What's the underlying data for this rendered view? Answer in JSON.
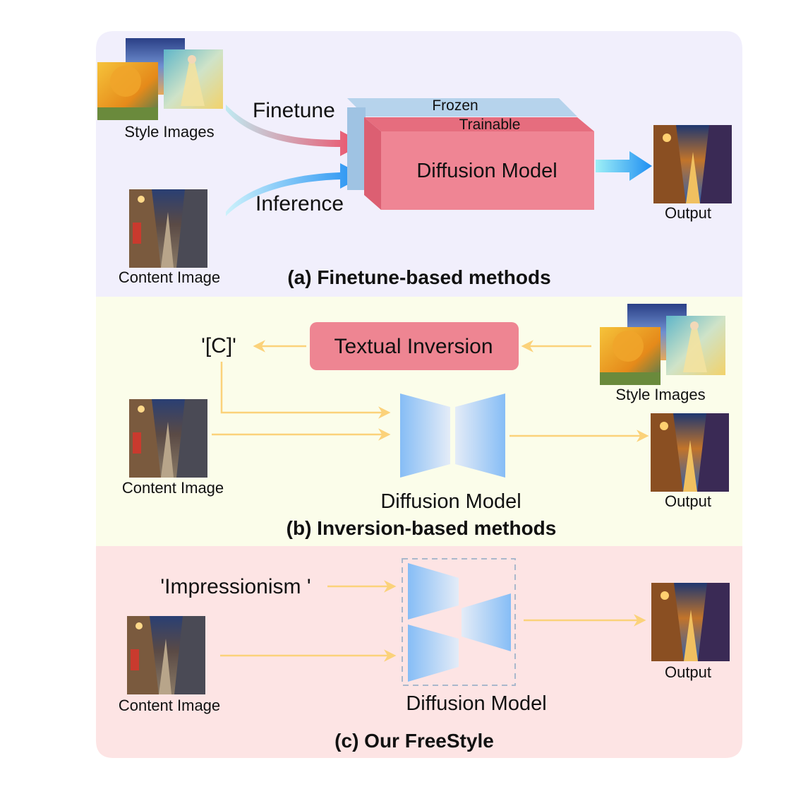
{
  "panel_a": {
    "title": "(a) Finetune-based methods",
    "style_images_label": "Style Images",
    "content_image_label": "Content Image",
    "finetune_label": "Finetune",
    "inference_label": "Inference",
    "frozen_label": "Frozen",
    "trainable_label": "Trainable",
    "model_label": "Diffusion Model",
    "output_label": "Output"
  },
  "panel_b": {
    "title": "(b) Inversion-based methods",
    "token_label": "'[C]'",
    "textual_inversion_label": "Textual Inversion",
    "style_images_label": "Style Images",
    "content_image_label": "Content Image",
    "model_label": "Diffusion Model",
    "output_label": "Output"
  },
  "panel_c": {
    "title": "(c) Our FreeStyle",
    "prompt_label": "'Impressionism '",
    "content_image_label": "Content Image",
    "model_label": "Diffusion Model",
    "output_label": "Output"
  },
  "colors": {
    "panel_a_bg": "#f1effc",
    "panel_b_bg": "#fbfdea",
    "panel_c_bg": "#fde4e4",
    "trainable_block": "#ee8592",
    "frozen_block": "#a9cbe6",
    "arrow_orange": "#fbd27a",
    "arrow_blue": "#2e8ff0",
    "unet_blue": "#8ec2f6"
  }
}
